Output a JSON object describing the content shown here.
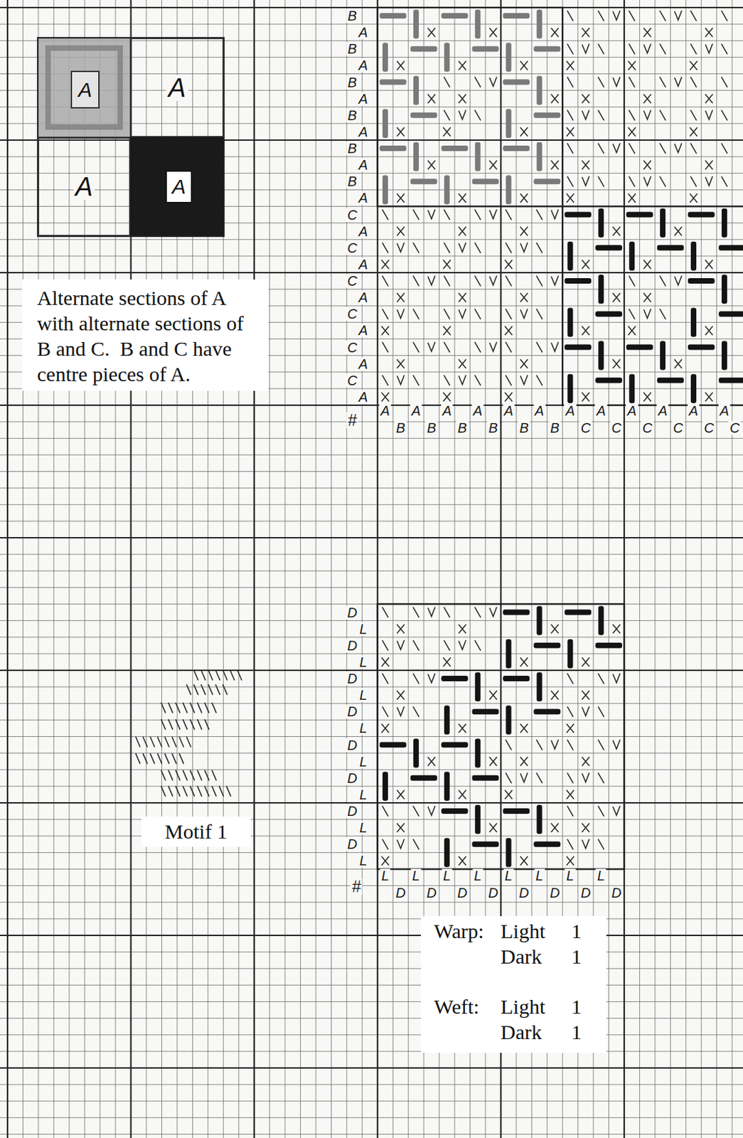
{
  "diagram": {
    "nodes": [
      {
        "text": [
          "A"
        ]
      },
      {
        "text": [
          "A"
        ]
      },
      {
        "text": [
          "A"
        ]
      },
      {
        "text": [
          "A"
        ]
      },
      {
        "text": [
          "Alternate sections of A with alternate sections of B and C.  B and C have centre pieces of A."
        ]
      },
      {
        "text": [
          "Motif 1"
        ]
      },
      {
        "text": [
          "Warp:",
          "Light",
          "1",
          "Dark",
          "1",
          "Weft:",
          "Light",
          "1",
          "Dark",
          "1"
        ]
      }
    ],
    "labels": [
      "B",
      "A",
      "B",
      "A",
      "B",
      "A",
      "B",
      "A",
      "B",
      "A",
      "B",
      "A",
      "C",
      "A",
      "C",
      "A",
      "C",
      "A",
      "C",
      "A",
      "C",
      "A",
      "C",
      "A",
      "#",
      "A",
      "B",
      "A",
      "B",
      "A",
      "B",
      "A",
      "B",
      "A",
      "B",
      "A",
      "B",
      "A",
      "C",
      "A",
      "C",
      "A",
      "C",
      "A",
      "C",
      "A",
      "C",
      "A",
      "C",
      "D",
      "L",
      "D",
      "L",
      "D",
      "L",
      "D",
      "L",
      "D",
      "L",
      "D",
      "L",
      "D",
      "L",
      "D",
      "L",
      "#",
      "L",
      "D",
      "L",
      "D",
      "L",
      "D",
      "L",
      "D",
      "L",
      "D",
      "L",
      "D",
      "L",
      "D",
      "L",
      "D"
    ]
  }
}
